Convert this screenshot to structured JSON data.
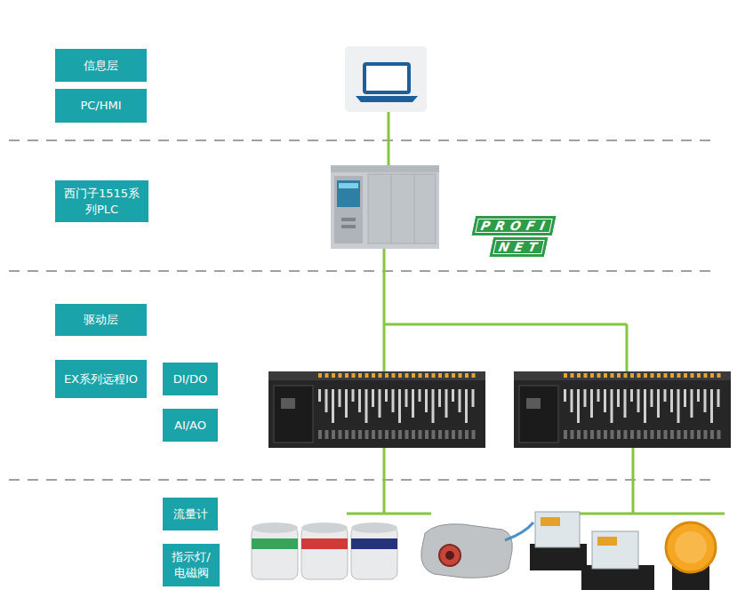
{
  "diagram": {
    "nodes": [
      {
        "text": [
          "信息层"
        ]
      },
      {
        "text": [
          "PC/HMI"
        ]
      },
      {
        "text": [
          "西门子1515系列PLC"
        ]
      },
      {
        "text": [
          "驱动层"
        ]
      },
      {
        "text": [
          "EX系列远程IO"
        ]
      },
      {
        "text": [
          "DI/DO"
        ]
      },
      {
        "text": [
          "AI/AO"
        ]
      },
      {
        "text": [
          "流量计"
        ]
      },
      {
        "text": [
          "指示灯/电磁阀"
        ]
      }
    ],
    "labels": [
      "PROFI",
      "NET"
    ]
  }
}
